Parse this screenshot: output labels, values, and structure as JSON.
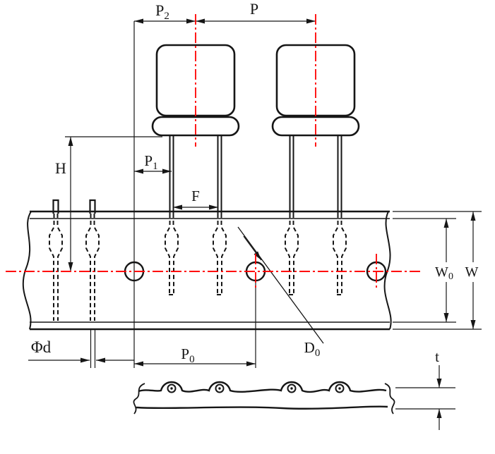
{
  "diagram": {
    "colors": {
      "line": "#161616",
      "centerline": "#ff0000",
      "background": "#ffffff"
    },
    "labels": {
      "p2": {
        "main": "P",
        "sub": "2"
      },
      "p": "P",
      "p1": {
        "main": "P",
        "sub": "1"
      },
      "f": "F",
      "h": "H",
      "w0": {
        "main": "W",
        "sub": "0"
      },
      "w": "W",
      "phi_d": "Φd",
      "p0": {
        "main": "P",
        "sub": "0"
      },
      "d0": {
        "main": "D",
        "sub": "0"
      },
      "t": "t"
    }
  }
}
